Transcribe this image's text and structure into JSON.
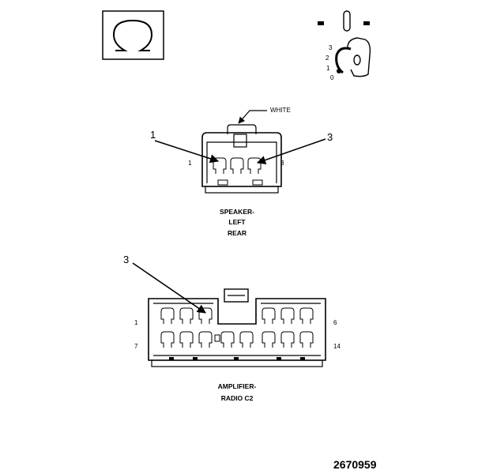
{
  "speaker": {
    "color_label": "WHITE",
    "callout_left": "1",
    "callout_right": "3",
    "pin_left": "1",
    "pin_right": "3",
    "title_line1": "SPEAKER-",
    "title_line2": "LEFT",
    "title_line3": "REAR"
  },
  "amplifier": {
    "callout": "3",
    "pin_top_left": "1",
    "pin_top_right": "6",
    "pin_bottom_left": "7",
    "pin_bottom_right": "14",
    "title_line1": "AMPLIFIER-",
    "title_line2": "RADIO C2"
  },
  "ignition": {
    "pos_3": "3",
    "pos_2": "2",
    "pos_1": "1",
    "pos_0": "0"
  },
  "figure_number": "2670959",
  "icons": [
    "ohm-resistance-icon",
    "ignition-key-switch-icon"
  ]
}
